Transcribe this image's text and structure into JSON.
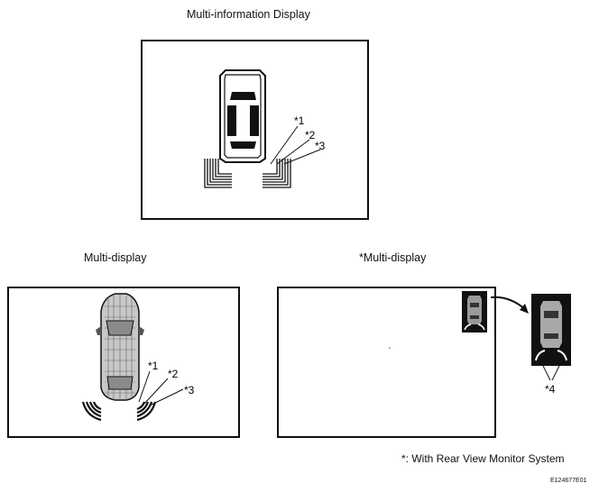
{
  "panels": {
    "mid": {
      "title": "Multi-information Display"
    },
    "md": {
      "title": "Multi-display"
    },
    "md_rvm": {
      "title": "*Multi-display"
    }
  },
  "callouts": {
    "c1": "*1",
    "c2": "*2",
    "c3": "*3",
    "c4": "*4"
  },
  "footnote": "*: With Rear View Monitor System",
  "figure_code": "E124677E01"
}
